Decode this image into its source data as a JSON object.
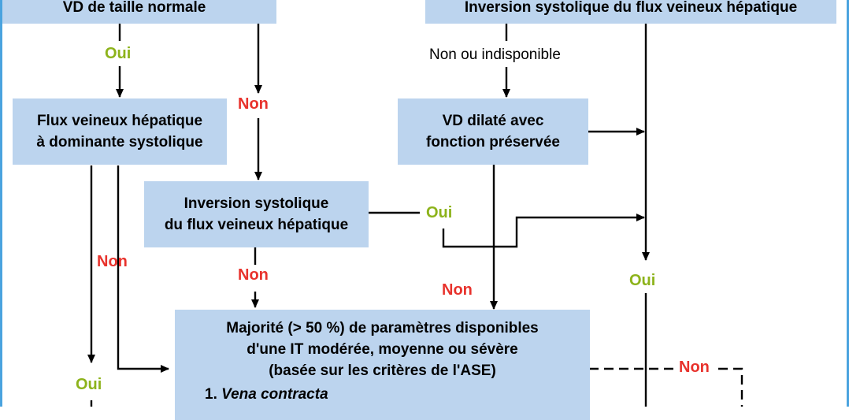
{
  "boxes": {
    "vd_normal": "VD de taille normale",
    "inversion_top": "Inversion systolique du flux veineux hépatique",
    "flux_dominante": [
      "Flux veineux hépatique",
      "à dominante systolique"
    ],
    "vd_dilate": [
      "VD dilaté avec",
      "fonction préservée"
    ],
    "inversion_mid": [
      "Inversion systolique",
      "du flux veineux hépatique"
    ],
    "majorite": [
      "Majorité (> 50 %) de paramètres disponibles",
      "d'une IT modérée, moyenne ou sévère",
      "(basée sur les critères de l'ASE)"
    ],
    "majorite_item": {
      "number": "1. ",
      "text": "Vena contracta"
    }
  },
  "labels": {
    "oui_1": "Oui",
    "non_1": "Non",
    "non_ou_indisponible": "Non ou indisponible",
    "non_2": "Non",
    "oui_2": "Oui",
    "non_3": "Non",
    "non_4": "Non",
    "oui_3": "Oui",
    "oui_4": "Oui",
    "non_5": "Non"
  }
}
